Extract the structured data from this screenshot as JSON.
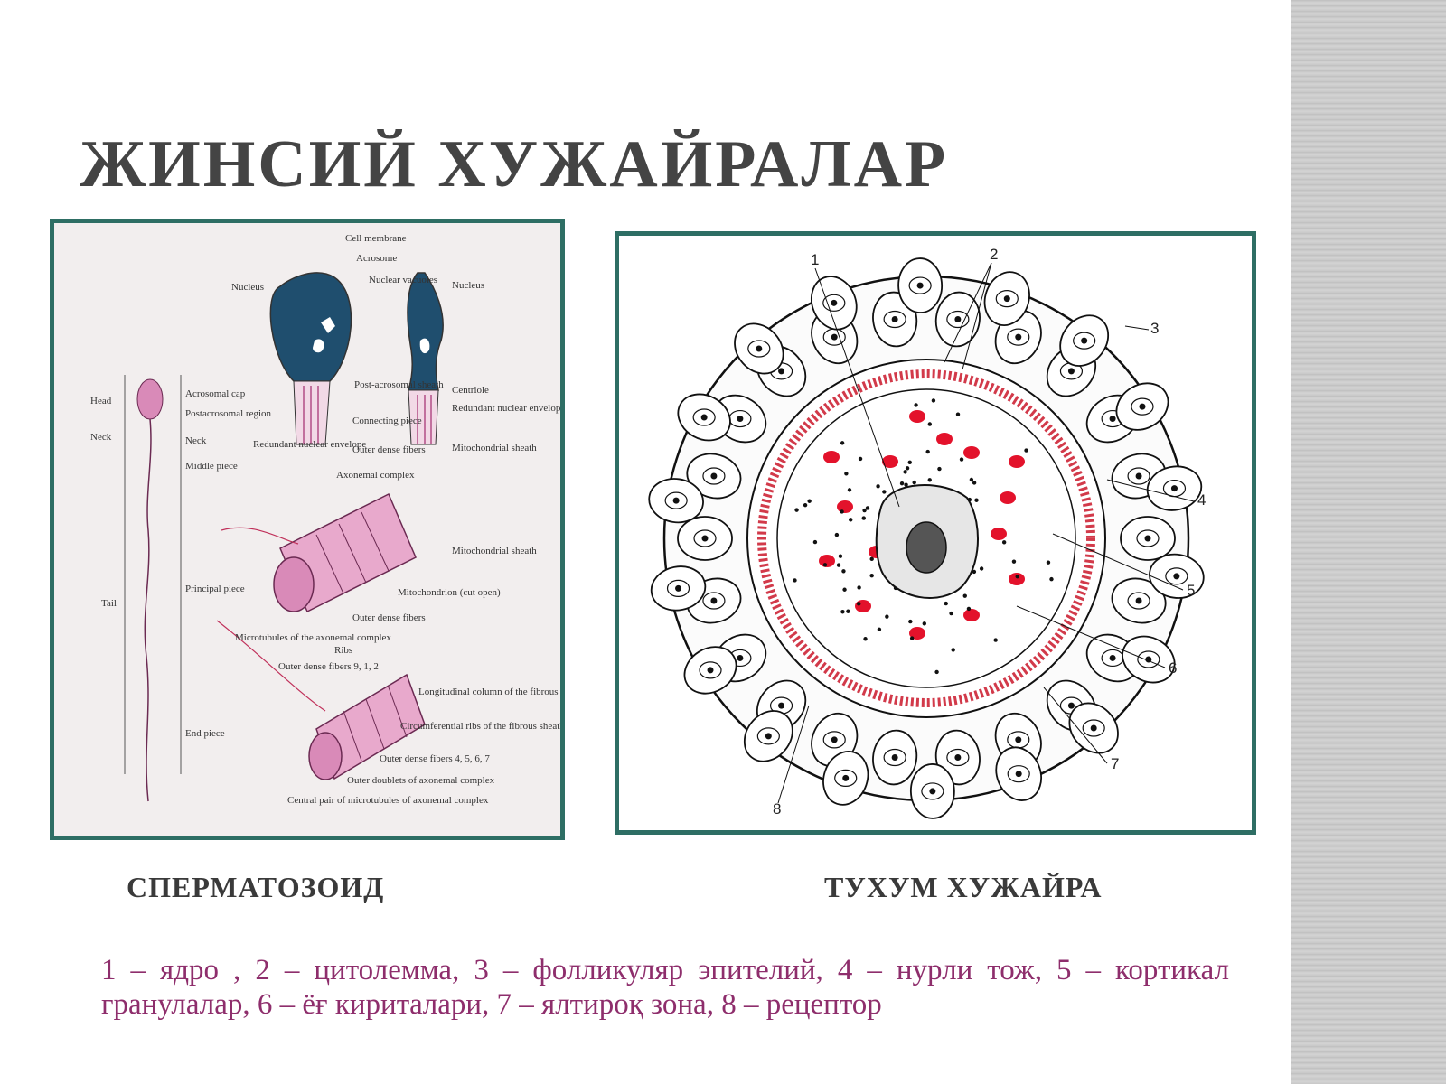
{
  "slide": {
    "title": "ЖИНСИЙ ХУЖАЙРАЛАР",
    "captions": {
      "sperm": "СПЕРМАТОЗОИД",
      "egg": "ТУХУМ ХУЖАЙРА"
    },
    "legend": "1 – ядро , 2 – цитолемма, 3 – фолликуляр эпителий, 4  – нурли тож, 5 – кортикал гранулалар, 6 – ёғ киритaлари, 7 – ялтироқ зона, 8 – рецептор"
  },
  "sperm_figure": {
    "labels": {
      "cell_membrane": "Cell membrane",
      "acrosome": "Acrosome",
      "nucleus_left": "Nucleus",
      "nuclear_vacuoles": "Nuclear vacuoles",
      "nucleus_right": "Nucleus",
      "head": "Head",
      "neck_left": "Neck",
      "acrosomal_cap": "Acrosomal cap",
      "postacrosomal_region": "Postacrosomal region",
      "neck": "Neck",
      "middle_piece": "Middle piece",
      "post_acrosomal_sheath": "Post-acrosomal sheath",
      "connecting_piece": "Connecting piece",
      "redundant_nuclear_envelope_left": "Redundant nuclear envelope",
      "outer_dense_fibers_top": "Outer dense fibers",
      "axonemal_complex": "Axonemal complex",
      "centriole": "Centriole",
      "redundant_nuclear_envelope_right": "Redundant nuclear envelope",
      "mitochondrial_sheath_top": "Mitochondrial sheath",
      "mitochondrial_sheath": "Mitochondrial sheath",
      "mitochondrion_cut_open": "Mitochondrion (cut open)",
      "outer_dense_fibers": "Outer dense fibers",
      "tail": "Tail",
      "principal_piece": "Principal piece",
      "microtubules_axonemal": "Microtubules of the axonemal complex",
      "ribs": "Ribs",
      "outer_dense_fibers_912": "Outer dense fibers 9, 1, 2",
      "longitudinal_column": "Longitudinal column of the fibrous sheath",
      "circumferential_ribs": "Circumferential ribs of the fibrous sheath",
      "end_piece": "End piece",
      "outer_dense_fibers_4567": "Outer dense fibers 4, 5, 6, 7",
      "outer_doublets": "Outer doublets of axonemal complex",
      "central_pair": "Central pair of microtubules of axonemal complex"
    }
  },
  "egg_figure": {
    "numbers": [
      "1",
      "2",
      "3",
      "4",
      "5",
      "6",
      "7",
      "8"
    ]
  },
  "colors": {
    "title": "#444444",
    "frame": "#2e6e64",
    "legend_text": "#8e2e6c",
    "nucleus_blue": "#1f4e6e",
    "sperm_pink": "#d98ab8",
    "granule_red": "#e3122b"
  }
}
